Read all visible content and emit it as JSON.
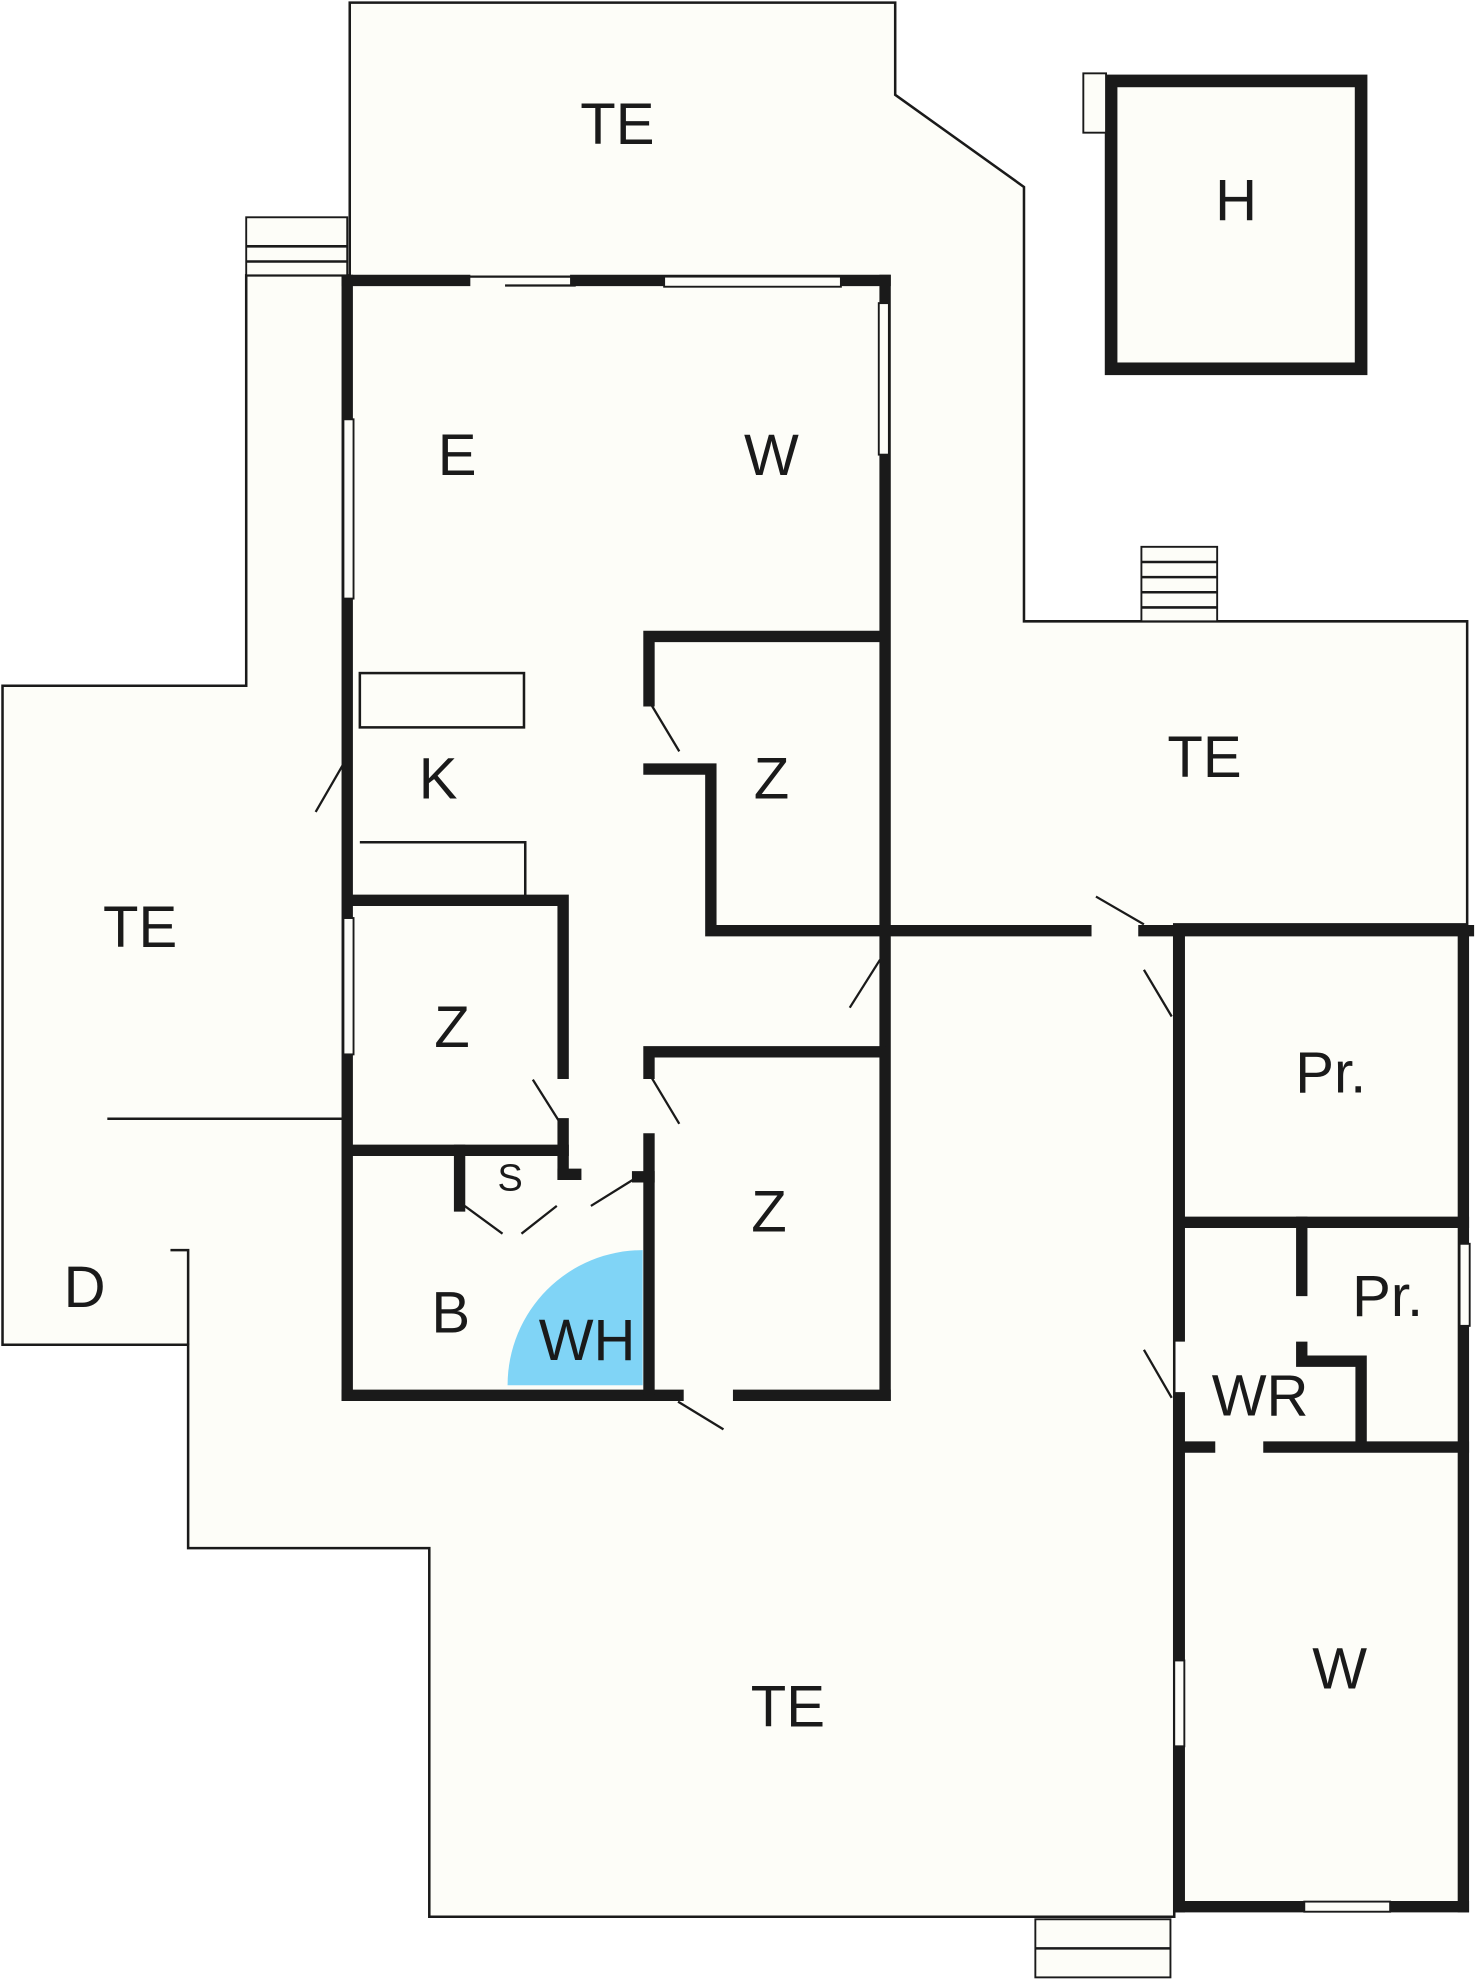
{
  "colors": {
    "floor": "#fdfdf8",
    "wall": "#1a1a1a",
    "whirlpool": "#80d4f6"
  },
  "rooms": {
    "te_top": "TE",
    "h": "H",
    "e": "E",
    "w_main": "W",
    "z_upper": "Z",
    "k": "K",
    "te_right": "TE",
    "te_left": "TE",
    "z_left": "Z",
    "pr_upper": "Pr.",
    "s": "S",
    "z_lower": "Z",
    "d": "D",
    "b": "B",
    "wh": "WH",
    "pr_lower": "Pr.",
    "wr": "WR",
    "w_right": "W",
    "te_bottom": "TE"
  }
}
